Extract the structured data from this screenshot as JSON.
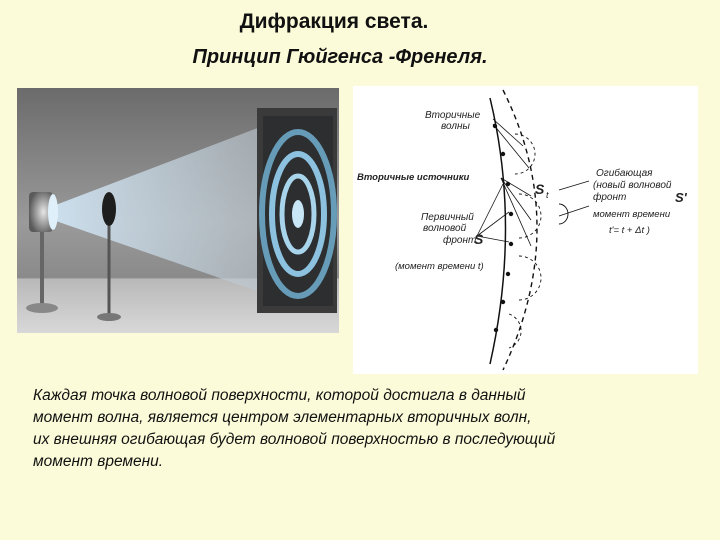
{
  "header": {
    "title": "Дифракция света.",
    "subtitle": "Принцип Гюйгенса -Френеля."
  },
  "diagram": {
    "secondary_waves": [
      "Вторичные",
      "волны"
    ],
    "secondary_sources": "Вторичные источники",
    "primary_front": [
      "Первичный",
      "волновой",
      "фронт"
    ],
    "primary_front_symbol": "S",
    "moment_label": "(момент времени t)",
    "s_t_symbol": "S",
    "s_t_sub": "t",
    "envelope": [
      "Огибающая",
      "(новый волновой",
      "фронт"
    ],
    "envelope_symbol": "S'",
    "moment_label_2": "момент времени",
    "moment_formula": "t'= t + Δt )"
  },
  "caption": {
    "lines": [
      "Каждая точка волновой поверхности, которой достигла в данный",
      "момент волна, является центром  элементарных вторичных волн,",
      "их внешняя огибающая будет  волновой поверхностью в последующий",
      "момент времени."
    ]
  }
}
